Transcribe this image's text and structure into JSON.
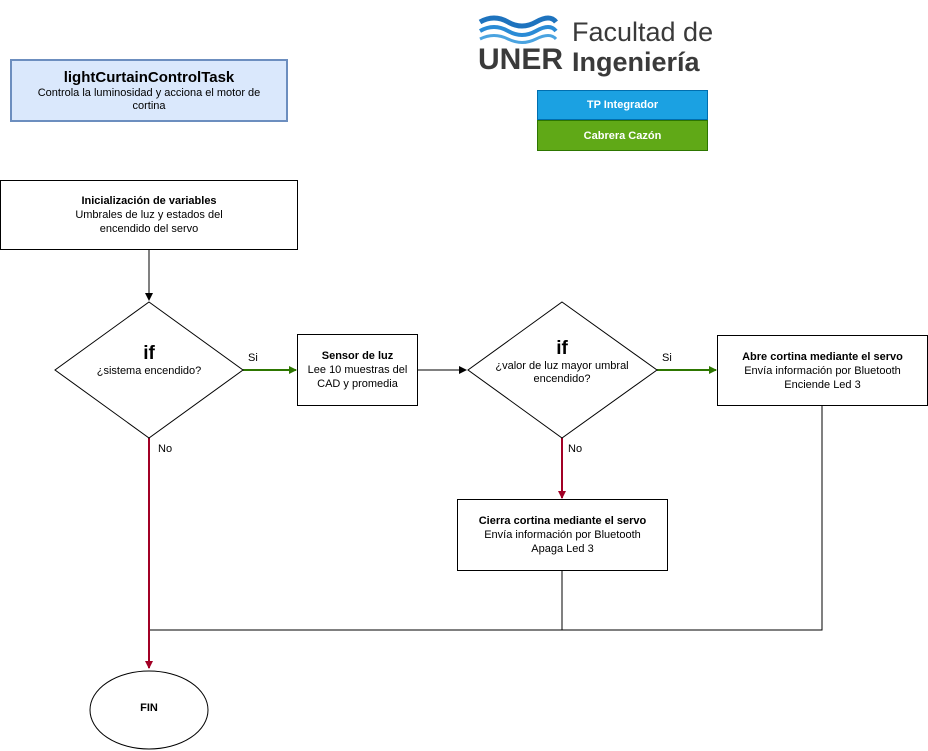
{
  "header": {
    "title": "lightCurtainControlTask",
    "subtitle": "Controla la luminosidad y acciona el motor de cortina"
  },
  "logo": {
    "short": "UNER",
    "line1": "Facultad de",
    "line2": "Ingeniería"
  },
  "tags": {
    "project": "TP Integrador",
    "author": "Cabrera Cazón",
    "project_color": "#1ba1e2",
    "author_color": "#60a917"
  },
  "nodes": {
    "init": {
      "title": "Inicialización de variables",
      "line1": "Umbrales de luz y estados del",
      "line2": "encendido del servo"
    },
    "if1": {
      "keyword": "if",
      "question": "¿sistema encendido?"
    },
    "sensor": {
      "title": "Sensor de luz",
      "line1": "Lee 10 muestras del",
      "line2": "CAD y promedia"
    },
    "if2": {
      "keyword": "if",
      "line1": "¿valor de luz mayor umbral",
      "line2": "encendido?"
    },
    "open": {
      "title": "Abre cortina mediante el servo",
      "line1": "Envía información por Bluetooth",
      "line2": "Enciende Led 3"
    },
    "close": {
      "title": "Cierra cortina mediante el servo",
      "line1": "Envía información por Bluetooth",
      "line2": "Apaga Led 3"
    },
    "end": {
      "label": "FIN"
    }
  },
  "edge_labels": {
    "yes1": "Si",
    "no1": "No",
    "yes2": "Si",
    "no2": "No"
  },
  "colors": {
    "yes_arrow": "#2d7600",
    "no_arrow": "#a20025",
    "title_fill": "#dae8fc",
    "title_stroke": "#6c8ebf"
  }
}
